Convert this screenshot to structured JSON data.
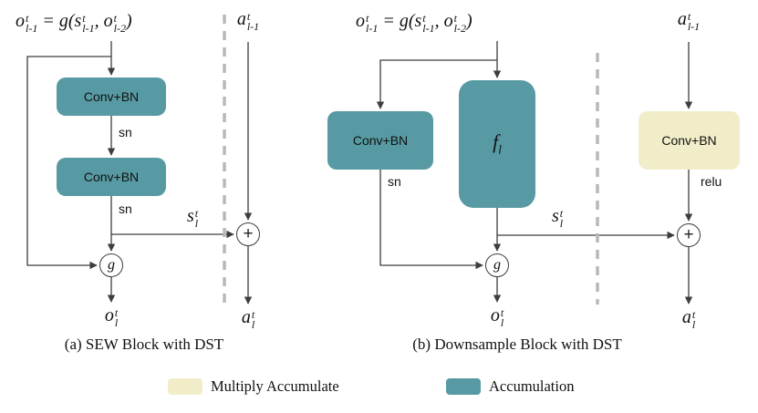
{
  "colors": {
    "accumulation_fill": "#579aa3",
    "multiply_accumulate_fill": "#f0edc8",
    "divider": "#b8b8b8",
    "wire": "#3d3d3d"
  },
  "panel_a": {
    "caption": "(a) SEW Block with DST",
    "input_formula": "o^{t}_{l-1} = g(s^{t}_{l-1}, o^{t}_{l-2})",
    "conv1_label": "Conv+BN",
    "conv2_label": "Conv+BN",
    "sn1_label": "sn",
    "sn2_label": "sn",
    "g_label": "g",
    "plus_label": "+",
    "s_out_label": "s^{t}_{l}",
    "o_out_label": "o^{t}_{l}",
    "a_in_label": "a^{t}_{l-1}",
    "a_out_label": "a^{t}_{l}"
  },
  "panel_b": {
    "caption": "(b) Downsample Block with DST",
    "input_formula": "o^{t}_{l-1} = g(s^{t}_{l-1}, o^{t}_{l-2})",
    "conv_sn_label": "Conv+BN",
    "sn_label": "sn",
    "f_label": "f_{l}",
    "g_label": "g",
    "plus_label": "+",
    "s_out_label": "s^{t}_{l}",
    "o_out_label": "o^{t}_{l}",
    "a_in_label": "a^{t}_{l-1}",
    "conv_relu_label": "Conv+BN",
    "relu_label": "relu",
    "a_out_label": "a^{t}_{l}"
  },
  "legend": {
    "items": [
      {
        "label": "Multiply Accumulate",
        "color": "#f0edc8"
      },
      {
        "label": "Accumulation",
        "color": "#579aa3"
      }
    ]
  }
}
